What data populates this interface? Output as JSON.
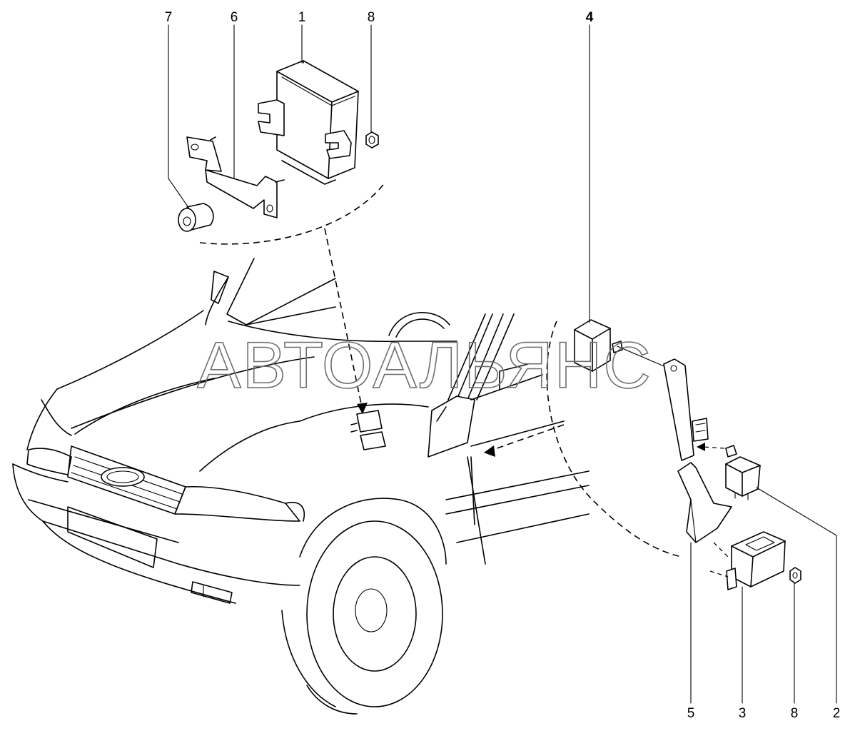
{
  "watermark": "АВТОАЛЬЯНС",
  "callouts": {
    "c1": "1",
    "c2": "2",
    "c3": "3",
    "c4": "4",
    "c5": "5",
    "c6": "6",
    "c7": "7",
    "c8_top": "8",
    "c8_bottom": "8"
  }
}
